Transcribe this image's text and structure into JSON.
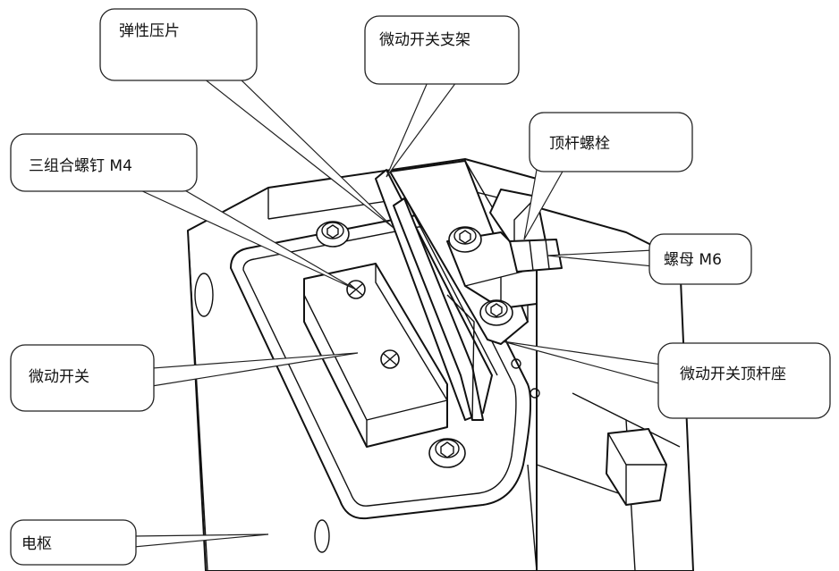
{
  "callouts": {
    "elastic_plate": "弹性压片",
    "switch_bracket": "微动开关支架",
    "screw_m4": "三组合螺钉 M4",
    "ejector_bolt": "顶杆螺栓",
    "nut_m6": "螺母 M6",
    "micro_switch": "微动开关",
    "ejector_seat": "微动开关顶杆座",
    "armature": "电枢"
  }
}
